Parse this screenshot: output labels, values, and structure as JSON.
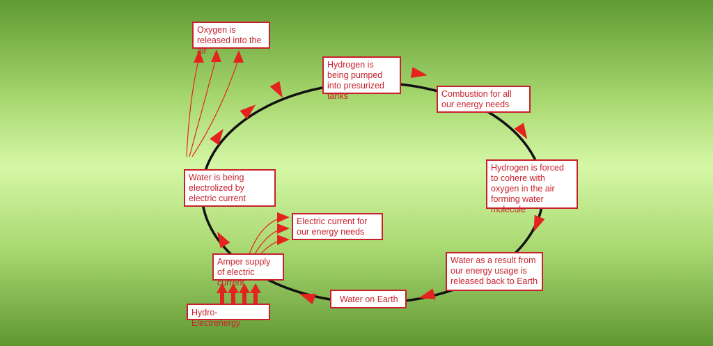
{
  "colors": {
    "accent_red": "#e3241e",
    "box_border": "#c8212c",
    "cycle_line": "#111111",
    "background_top": "#5f9a32",
    "background_mid": "#d5f7a6"
  },
  "nodes": {
    "oxygen_released": "Oxygen is released into the air",
    "hydrogen_pumped": "Hydrogen is being pumped into presurized tanks",
    "combustion": "Combustion for all our energy needs",
    "hydrogen_forced": "Hydrogen is forced to cohere with oxygen in the air forming water molecule",
    "water_released": "Water as a result from our energy usage is released back to Earth",
    "water_on_earth": "Water on Earth",
    "electric_current": "Electric current for our energy needs",
    "water_electrolized": "Water is being electrolized by electric current",
    "amper_supply": "Amper supply of electric current",
    "hydro_electrenergy": "Hydro-Electrenergy"
  }
}
